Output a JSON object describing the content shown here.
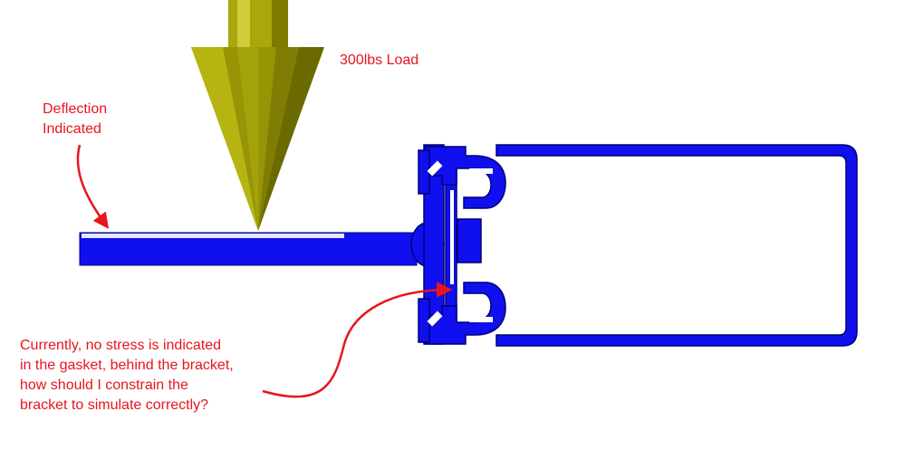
{
  "annotations": {
    "load": "300lbs Load",
    "deflection": [
      "Deflection",
      "Indicated"
    ],
    "question": [
      "Currently, no stress is indicated",
      "in the gasket, behind the bracket,",
      "how should I constrain the",
      "bracket to simulate correctly?"
    ]
  },
  "colors": {
    "part": "#1010ee",
    "part_edge": "#00007a",
    "arrow_light": "#b6b410",
    "arrow_mid": "#8f8c05",
    "arrow_dark": "#6b6a00",
    "annotation": "#e8141e"
  },
  "icons": {
    "load_arrow": "downward-cone-arrow",
    "pointer": "curved-red-arrow"
  }
}
